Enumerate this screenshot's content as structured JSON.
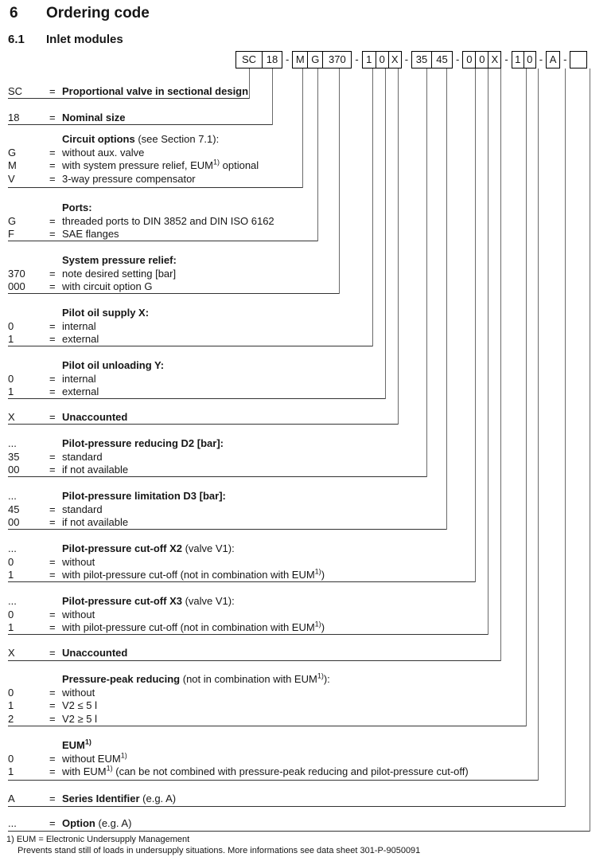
{
  "header": {
    "number": "6",
    "title": "Ordering code",
    "sub_number": "6.1",
    "sub_title": "Inlet modules"
  },
  "ordering_code": {
    "separator": "-",
    "groups": [
      [
        "SC",
        "18"
      ],
      [
        "M",
        "G",
        "370"
      ],
      [
        "1",
        "0",
        "X"
      ],
      [
        "35",
        "45"
      ],
      [
        "0",
        "0",
        "X"
      ],
      [
        "1",
        "0"
      ],
      [
        "A"
      ],
      [
        ""
      ]
    ]
  },
  "sections": [
    {
      "rows": [
        {
          "code": "SC",
          "eq": "=",
          "bold": "Proportional valve in sectional design",
          "text": ""
        }
      ]
    },
    {
      "rows": [
        {
          "code": "18",
          "eq": "=",
          "bold": "Nominal size",
          "text": ""
        }
      ]
    },
    {
      "rows": [
        {
          "code": "",
          "eq": "",
          "bold": "Circuit options",
          "text": " (see Section 7.1):"
        },
        {
          "code": "G",
          "eq": "=",
          "bold": "",
          "text": "without aux. valve"
        },
        {
          "code": "M",
          "eq": "=",
          "bold": "",
          "text": "with system pressure relief, EUM^{1)} optional"
        },
        {
          "code": "V",
          "eq": "=",
          "bold": "",
          "text": "3-way pressure compensator"
        }
      ]
    },
    {
      "rows": [
        {
          "code": "",
          "eq": "",
          "bold": "Ports:",
          "text": ""
        },
        {
          "code": "G",
          "eq": "=",
          "bold": "",
          "text": "threaded ports to DIN 3852 and DIN ISO 6162"
        },
        {
          "code": "F",
          "eq": "=",
          "bold": "",
          "text": "SAE flanges"
        }
      ]
    },
    {
      "rows": [
        {
          "code": "",
          "eq": "",
          "bold": "System pressure relief:",
          "text": ""
        },
        {
          "code": "370",
          "eq": "=",
          "bold": "",
          "text": "note desired setting [bar]"
        },
        {
          "code": "000",
          "eq": "=",
          "bold": "",
          "text": "with circuit option G"
        }
      ]
    },
    {
      "rows": [
        {
          "code": "",
          "eq": "",
          "bold": "Pilot oil supply X:",
          "text": ""
        },
        {
          "code": "0",
          "eq": "=",
          "bold": "",
          "text": "internal"
        },
        {
          "code": "1",
          "eq": "=",
          "bold": "",
          "text": "external"
        }
      ]
    },
    {
      "rows": [
        {
          "code": "",
          "eq": "",
          "bold": "Pilot oil unloading Y:",
          "text": ""
        },
        {
          "code": "0",
          "eq": "=",
          "bold": "",
          "text": "internal"
        },
        {
          "code": "1",
          "eq": "=",
          "bold": "",
          "text": "external"
        }
      ]
    },
    {
      "rows": [
        {
          "code": "X",
          "eq": "=",
          "bold": "Unaccounted",
          "text": ""
        }
      ]
    },
    {
      "rows": [
        {
          "code": "...",
          "eq": "",
          "bold": "Pilot-pressure reducing D2 [bar]:",
          "text": ""
        },
        {
          "code": "35",
          "eq": "=",
          "bold": "",
          "text": "standard"
        },
        {
          "code": "00",
          "eq": "=",
          "bold": "",
          "text": "if not available"
        }
      ]
    },
    {
      "rows": [
        {
          "code": "...",
          "eq": "",
          "bold": "Pilot-pressure limitation D3 [bar]:",
          "text": ""
        },
        {
          "code": "45",
          "eq": "=",
          "bold": "",
          "text": "standard"
        },
        {
          "code": "00",
          "eq": "=",
          "bold": "",
          "text": "if not available"
        }
      ]
    },
    {
      "rows": [
        {
          "code": "...",
          "eq": "",
          "bold": "Pilot-pressure cut-off X2",
          "text": " (valve V1):"
        },
        {
          "code": "0",
          "eq": "=",
          "bold": "",
          "text": "without"
        },
        {
          "code": "1",
          "eq": "=",
          "bold": "",
          "text": "with pilot-pressure cut-off (not in combination with EUM^{1)})"
        }
      ]
    },
    {
      "rows": [
        {
          "code": "...",
          "eq": "",
          "bold": "Pilot-pressure cut-off X3",
          "text": " (valve V1):"
        },
        {
          "code": "0",
          "eq": "=",
          "bold": "",
          "text": "without"
        },
        {
          "code": "1",
          "eq": "=",
          "bold": "",
          "text": "with pilot-pressure cut-off (not in combination with EUM^{1)})"
        }
      ]
    },
    {
      "rows": [
        {
          "code": "X",
          "eq": "=",
          "bold": "Unaccounted",
          "text": ""
        }
      ]
    },
    {
      "rows": [
        {
          "code": "",
          "eq": "",
          "bold": "Pressure-peak reducing",
          "text": " (not in combination with EUM^{1)}):"
        },
        {
          "code": "0",
          "eq": "=",
          "bold": "",
          "text": "without"
        },
        {
          "code": "1",
          "eq": "=",
          "bold": "",
          "text": "V2 ≤ 5 l"
        },
        {
          "code": "2",
          "eq": "=",
          "bold": "",
          "text": "V2 ≥ 5 l"
        }
      ]
    },
    {
      "rows": [
        {
          "code": "",
          "eq": "",
          "bold": "EUM^{1)}",
          "text": ""
        },
        {
          "code": "0",
          "eq": "=",
          "bold": "",
          "text": "without EUM^{1)}"
        },
        {
          "code": "1",
          "eq": "=",
          "bold": "",
          "text": "with EUM^{1)} (can be not combined with pressure-peak reducing and pilot-pressure cut-off)"
        }
      ]
    },
    {
      "rows": [
        {
          "code": "A",
          "eq": "=",
          "bold": "Series Identifier",
          "text": " (e.g. A)"
        }
      ]
    },
    {
      "rows": [
        {
          "code": "...",
          "eq": "=",
          "bold": "Option",
          "text": " (e.g. A)"
        }
      ]
    }
  ],
  "footnote": {
    "line1": "1) EUM = Electronic Undersupply Management",
    "line2": "Prevents stand still of loads in undersupply situations. More informations see data sheet 301-P-9050091"
  }
}
